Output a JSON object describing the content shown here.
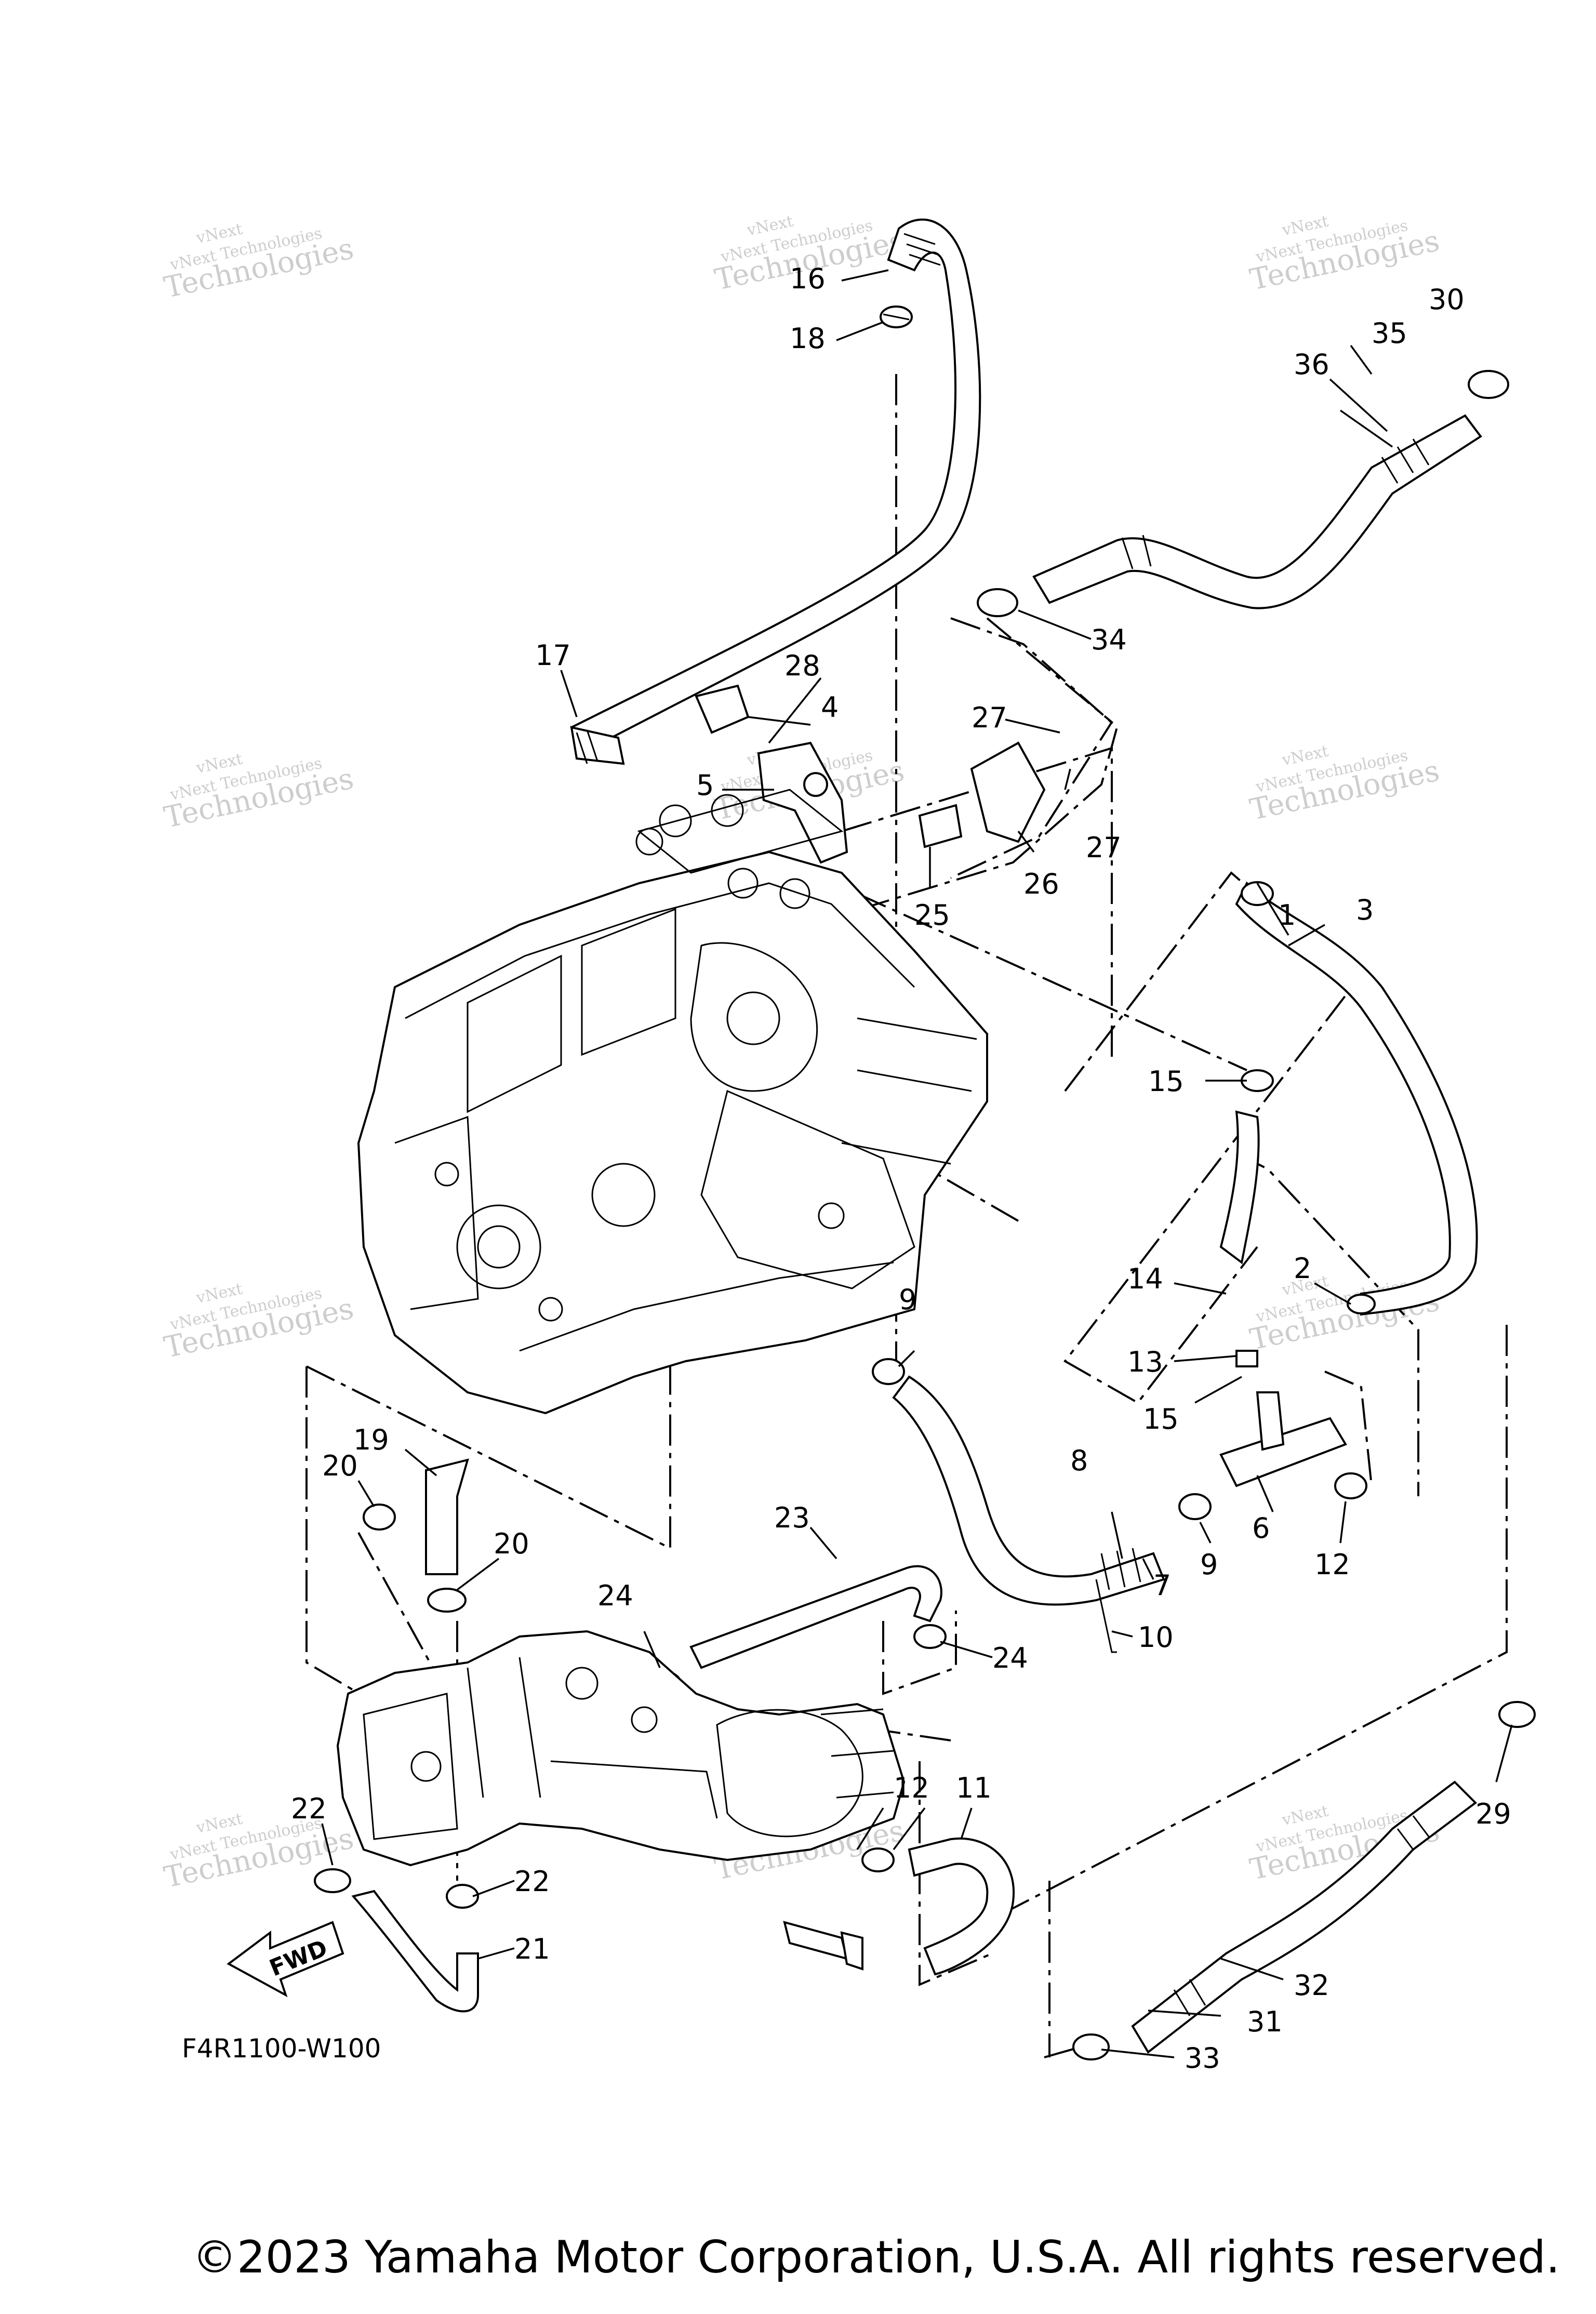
{
  "diagram": {
    "code": "F4R1100-W100",
    "fwd_label": "FWD",
    "watermark": {
      "line1": "vNext Technologies",
      "line2": "Technologies",
      "line3": "vNext"
    },
    "callouts": [
      "1",
      "2",
      "3",
      "4",
      "5",
      "6",
      "7",
      "8",
      "9",
      "9",
      "10",
      "11",
      "12",
      "12",
      "13",
      "14",
      "15",
      "15",
      "16",
      "17",
      "18",
      "19",
      "20",
      "20",
      "21",
      "22",
      "22",
      "23",
      "24",
      "24",
      "25",
      "26",
      "27",
      "27",
      "28",
      "29",
      "30",
      "31",
      "32",
      "33",
      "34",
      "35",
      "36"
    ]
  },
  "footer": {
    "copyright": "©2023 Yamaha Motor Corporation, U.S.A. All rights reserved."
  }
}
